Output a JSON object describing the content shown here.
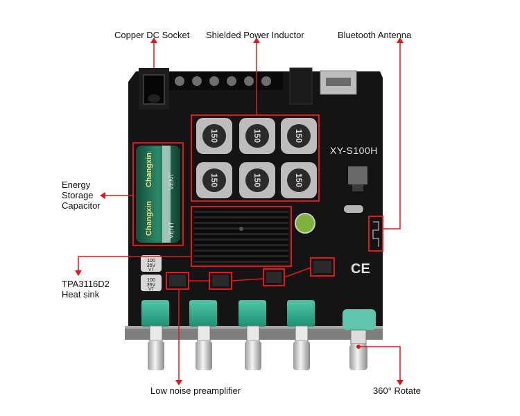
{
  "board": {
    "model_label": "XY-S100H",
    "inductor_marking": "150",
    "capacitor_brand": "Changxin",
    "capacitor_vent": "VENT",
    "small_cap_1": [
      "100",
      "35V",
      "VT"
    ],
    "small_cap_2": [
      "100",
      "35V",
      "VT"
    ],
    "ce_mark": "CE"
  },
  "callouts": {
    "dc_socket": "Copper DC Socket",
    "inductor": "Shielded Power Inductor",
    "antenna": "Bluetooth Antenna",
    "capacitor": [
      "Energy",
      "Storage",
      "Capacitor"
    ],
    "heatsink": [
      "TPA3116D2",
      "Heat sink"
    ],
    "preamp": "Low noise preamplifier",
    "rotate": "360° Rotate"
  },
  "colors": {
    "highlight": "#e8141c",
    "pcb": "#141414",
    "knob_base": "#2aa88a",
    "capacitor": "#1d6b52"
  }
}
